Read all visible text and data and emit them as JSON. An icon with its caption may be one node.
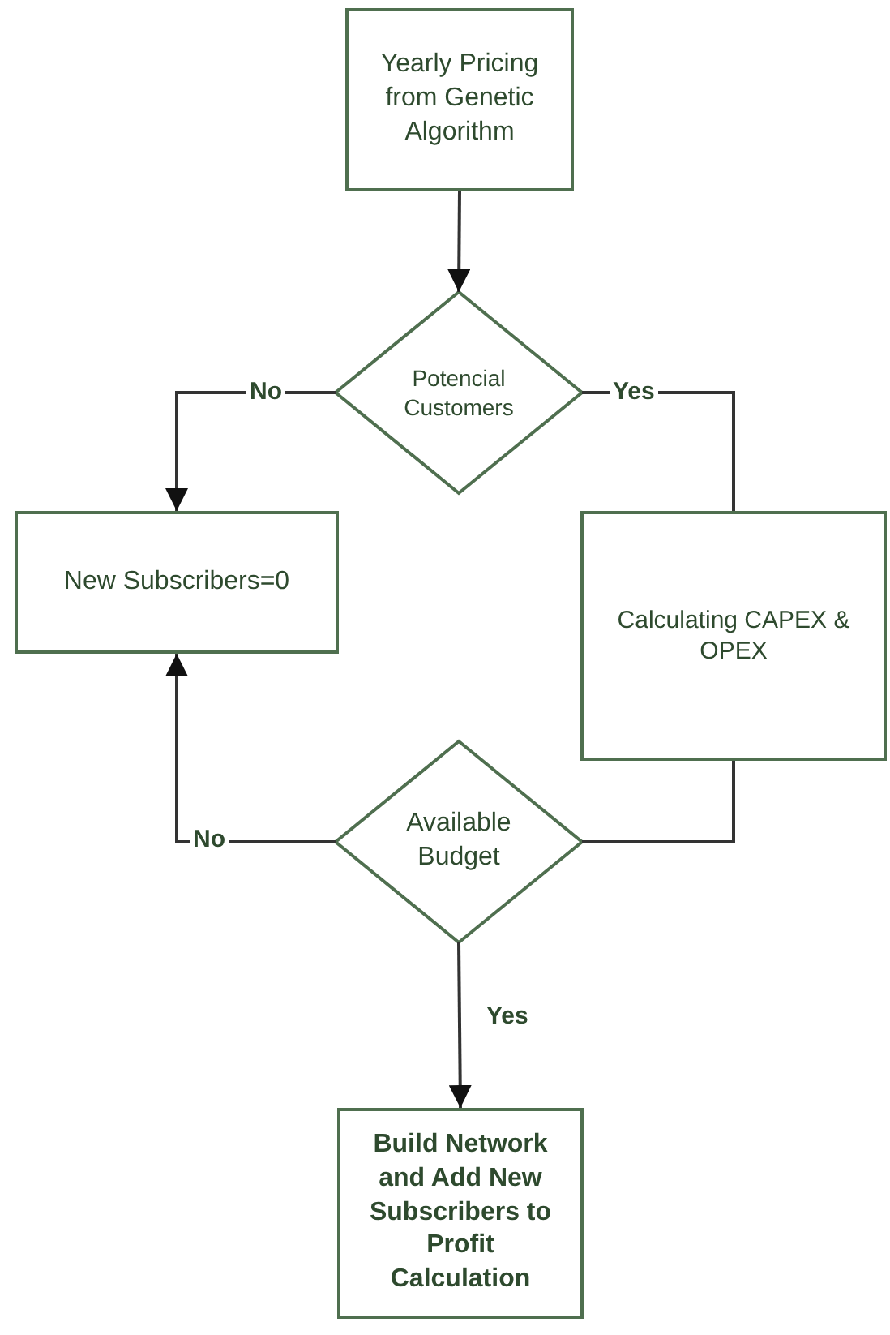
{
  "diagram": {
    "nodes": [
      {
        "text": [
          "Yearly Pricing from Genetic Algorithm"
        ]
      },
      {
        "text": [
          "Potencial Customers"
        ]
      },
      {
        "text": [
          "New Subscribers=0"
        ]
      },
      {
        "text": [
          "Calculating CAPEX & OPEX"
        ]
      },
      {
        "text": [
          "Available Budget"
        ]
      },
      {
        "text": [
          "Build Network and Add New Subscribers to Profit Calculation"
        ]
      }
    ],
    "edges": [
      {
        "from": 0,
        "to": 1,
        "arrow": "to"
      },
      {
        "from": 1,
        "to": 2,
        "arrow": "to",
        "label": "No"
      },
      {
        "from": 1,
        "to": 3,
        "arrow": "none",
        "label": "Yes"
      },
      {
        "from": 3,
        "to": 4,
        "arrow": "none"
      },
      {
        "from": 4,
        "to": 2,
        "arrow": "to",
        "label": "No"
      },
      {
        "from": 4,
        "to": 5,
        "arrow": "to",
        "label": "Yes"
      }
    ]
  }
}
